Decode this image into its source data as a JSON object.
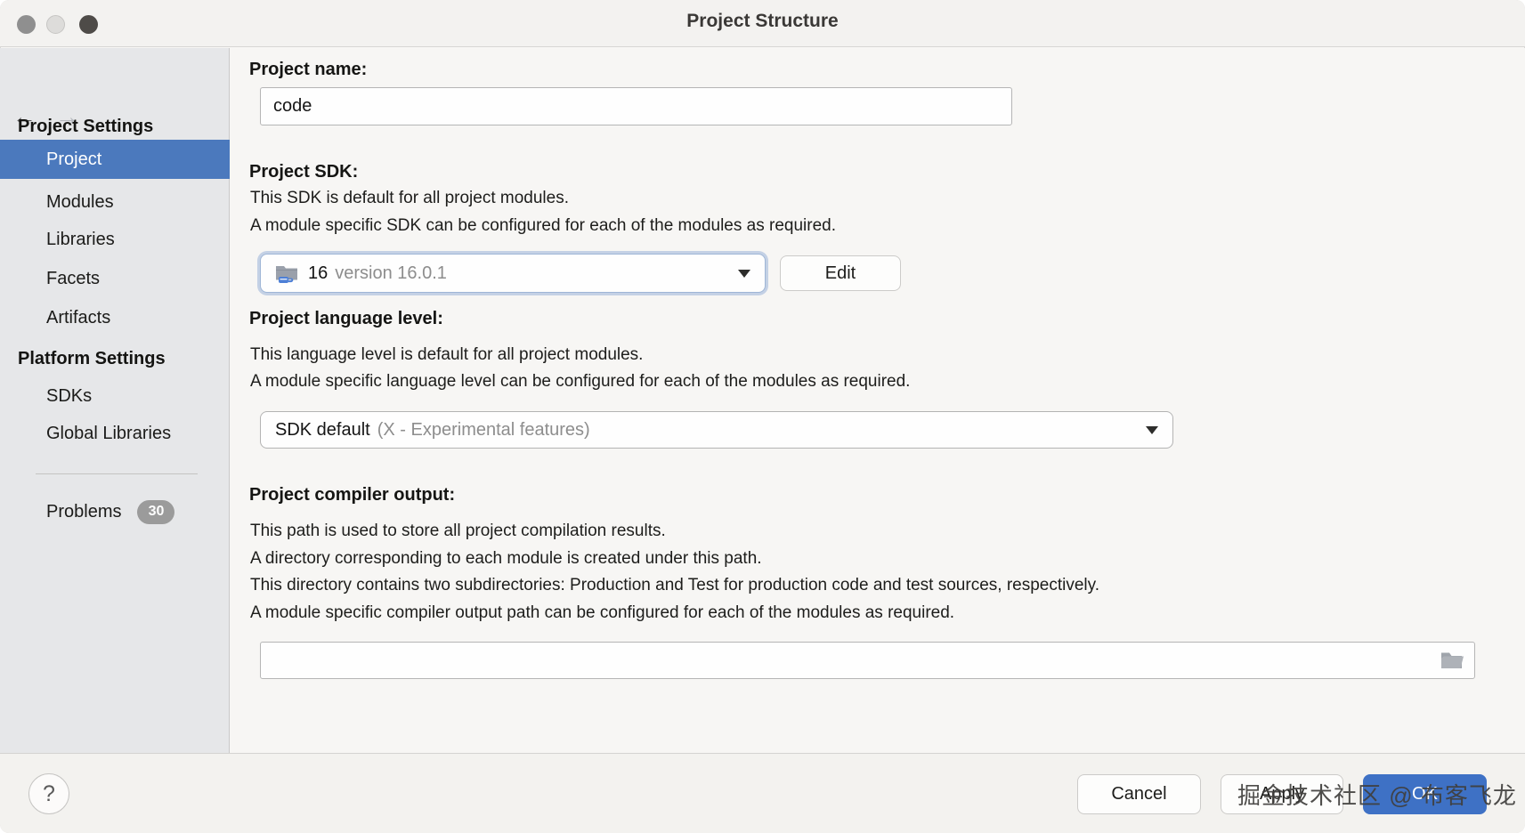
{
  "titlebar": {
    "title": "Project Structure"
  },
  "sidebar": {
    "back_arrow": "←",
    "forward_arrow": "→",
    "sections": [
      {
        "header": "Project Settings",
        "items": [
          {
            "label": "Project",
            "selected": true
          },
          {
            "label": "Modules",
            "selected": false
          },
          {
            "label": "Libraries",
            "selected": false
          },
          {
            "label": "Facets",
            "selected": false
          },
          {
            "label": "Artifacts",
            "selected": false
          }
        ]
      },
      {
        "header": "Platform Settings",
        "items": [
          {
            "label": "SDKs",
            "selected": false
          },
          {
            "label": "Global Libraries",
            "selected": false
          }
        ]
      }
    ],
    "problems": {
      "label": "Problems",
      "badge": "30"
    }
  },
  "main": {
    "project_name": {
      "label": "Project name:",
      "value": "code"
    },
    "project_sdk": {
      "label": "Project SDK:",
      "description_line1": "This SDK is default for all project modules.",
      "description_line2": "A module specific SDK can be configured for each of the modules as required.",
      "selected_name": "16",
      "selected_version": "version 16.0.1",
      "edit_button": "Edit"
    },
    "language_level": {
      "label": "Project language level:",
      "description_line1": "This language level is default for all project modules.",
      "description_line2": "A module specific language level can be configured for each of the modules as required.",
      "selected_main": "SDK default",
      "selected_detail": "(X - Experimental features)"
    },
    "compiler_output": {
      "label": "Project compiler output:",
      "description_line1": "This path is used to store all project compilation results.",
      "description_line2": "A directory corresponding to each module is created under this path.",
      "description_line3": "This directory contains two subdirectories: Production and Test for production code and test sources, respectively.",
      "description_line4": "A module specific compiler output path can be configured for each of the modules as required.",
      "value": ""
    }
  },
  "footer": {
    "help": "?",
    "cancel": "Cancel",
    "apply": "Apply",
    "ok": "OK",
    "watermark": "掘金技术社区 @ 布客飞龙"
  },
  "colors": {
    "selection_blue": "#4b79bd",
    "ok_blue": "#3e71c5",
    "badge_gray": "#9b9b9b"
  }
}
